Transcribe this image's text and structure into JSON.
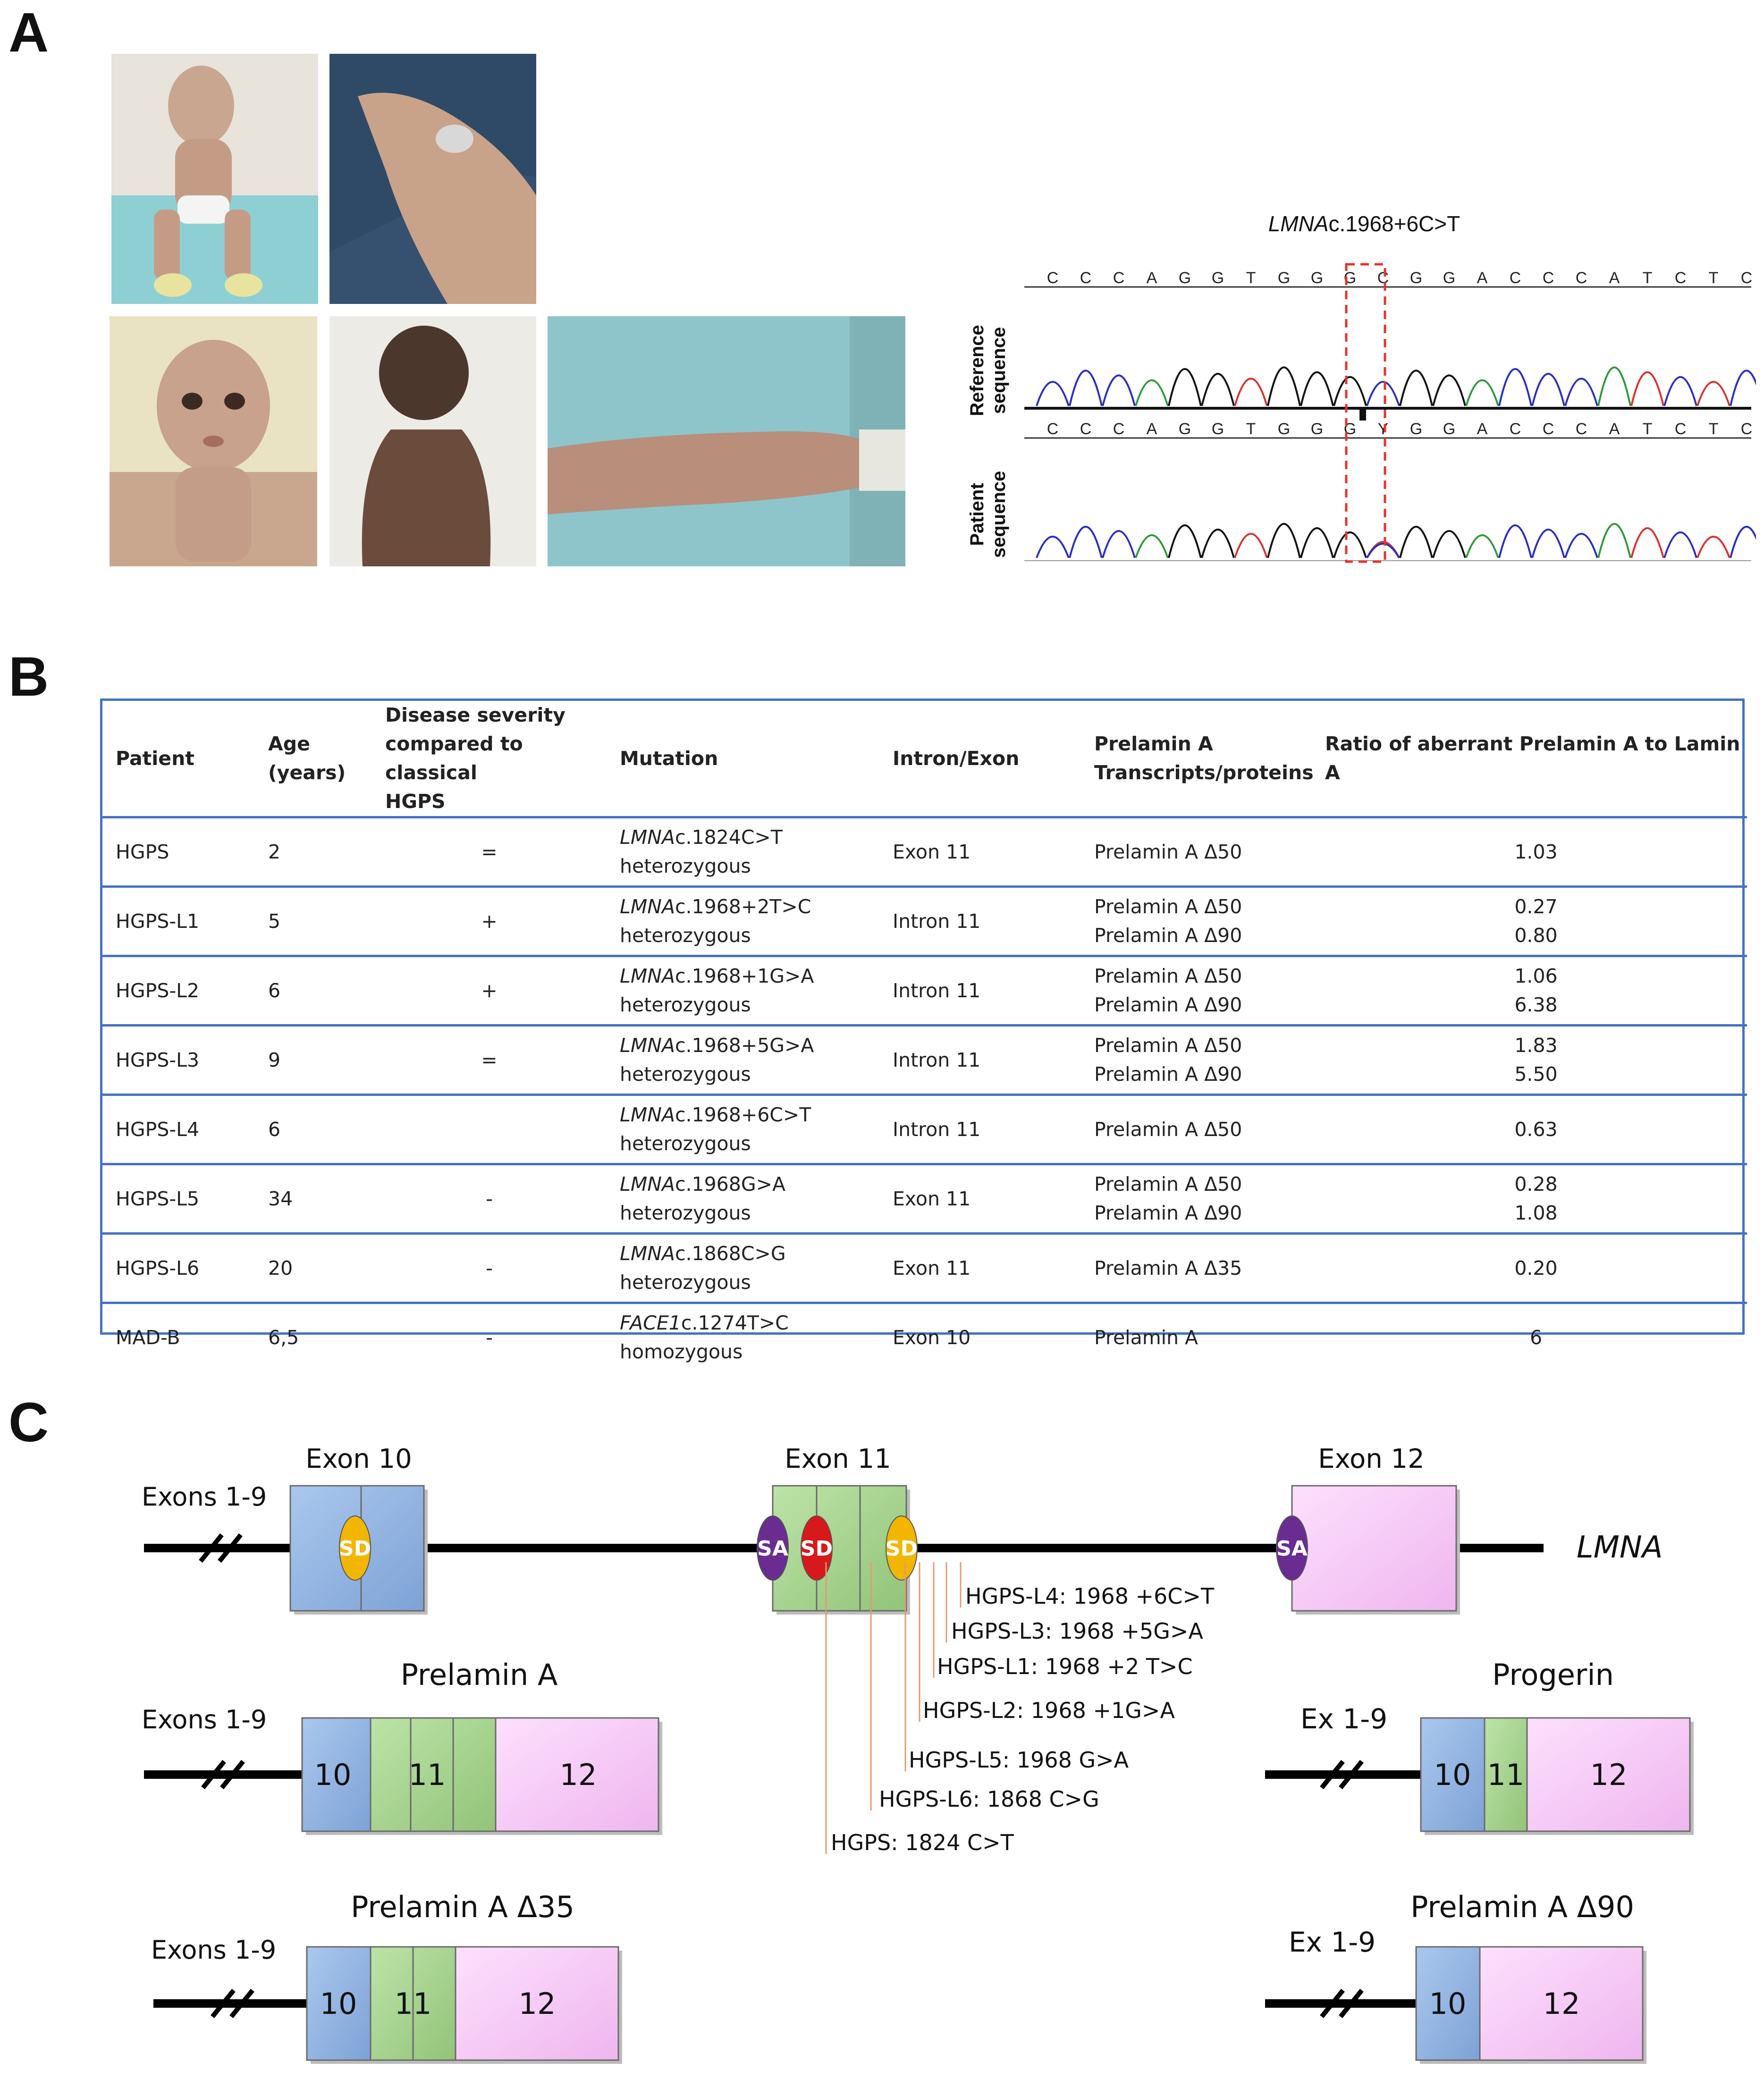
{
  "panels": {
    "a": "A",
    "b": "B",
    "c": "C"
  },
  "panel_a": {
    "photos": [
      "child-full-body-photo",
      "hand-ring-photo",
      "child-face-photo",
      "child-back-photo",
      "arm-skin-photo"
    ],
    "chromatogram": {
      "mutation_gene": "LMNA",
      "mutation_change": "c.1968+6C>T",
      "reference_label": "Reference sequence",
      "patient_label": "Patient sequence",
      "reference_bases": [
        "C",
        "C",
        "C",
        "A",
        "G",
        "G",
        "T",
        "G",
        "G",
        "G",
        "C",
        "G",
        "G",
        "A",
        "C",
        "C",
        "C",
        "A",
        "T",
        "C",
        "T",
        "C"
      ],
      "patient_bases": [
        "C",
        "C",
        "C",
        "A",
        "G",
        "G",
        "T",
        "G",
        "G",
        "G",
        "Y",
        "G",
        "G",
        "A",
        "C",
        "C",
        "C",
        "A",
        "T",
        "C",
        "T",
        "C"
      ]
    }
  },
  "table": {
    "headers": {
      "patient": "Patient",
      "age": [
        "Age",
        "(years)"
      ],
      "severity": [
        "Disease severity",
        "compared to classical",
        "HGPS"
      ],
      "mutation": "Mutation",
      "intron_exon": "Intron/Exon",
      "prelamin": [
        "Prelamin A",
        "Transcripts/proteins"
      ],
      "ratio": "Ratio of aberrant Prelamin A to Lamin A"
    },
    "rows": [
      {
        "patient": "HGPS",
        "age": "2",
        "severity": "=",
        "gene": "LMNA",
        "change": "c.1824C>T",
        "zygosity": "heterozygous",
        "intron_exon": "Exon 11",
        "transcripts": [
          "Prelamin A Δ50"
        ],
        "ratios": [
          "1.03"
        ]
      },
      {
        "patient": "HGPS-L1",
        "age": "5",
        "severity": "+",
        "gene": "LMNA",
        "change": "c.1968+2T>C",
        "zygosity": "heterozygous",
        "intron_exon": "Intron 11",
        "transcripts": [
          "Prelamin A Δ50",
          "Prelamin A Δ90"
        ],
        "ratios": [
          "0.27",
          "0.80"
        ]
      },
      {
        "patient": "HGPS-L2",
        "age": "6",
        "severity": "+",
        "gene": "LMNA",
        "change": "c.1968+1G>A",
        "zygosity": "heterozygous",
        "intron_exon": "Intron 11",
        "transcripts": [
          "Prelamin A Δ50",
          "Prelamin A Δ90"
        ],
        "ratios": [
          "1.06",
          "6.38"
        ]
      },
      {
        "patient": "HGPS-L3",
        "age": "9",
        "severity": "=",
        "gene": "LMNA",
        "change": "c.1968+5G>A",
        "zygosity": "heterozygous",
        "intron_exon": "Intron 11",
        "transcripts": [
          "Prelamin A Δ50",
          "Prelamin A Δ90"
        ],
        "ratios": [
          "1.83",
          "5.50"
        ]
      },
      {
        "patient": "HGPS-L4",
        "age": "6",
        "severity": "",
        "gene": "LMNA",
        "change": "c.1968+6C>T",
        "zygosity": "heterozygous",
        "intron_exon": "Intron 11",
        "transcripts": [
          "Prelamin A Δ50"
        ],
        "ratios": [
          "0.63"
        ]
      },
      {
        "patient": "HGPS-L5",
        "age": "34",
        "severity": "-",
        "gene": "LMNA",
        "change": "c.1968G>A",
        "zygosity": "heterozygous",
        "intron_exon": "Exon 11",
        "transcripts": [
          "Prelamin A Δ50",
          "Prelamin A Δ90"
        ],
        "ratios": [
          "0.28",
          "1.08"
        ]
      },
      {
        "patient": "HGPS-L6",
        "age": "20",
        "severity": "-",
        "gene": "LMNA",
        "change": "c.1868C>G",
        "zygosity": "heterozygous",
        "intron_exon": "Exon 11",
        "transcripts": [
          "Prelamin A Δ35"
        ],
        "ratios": [
          "0.20"
        ]
      },
      {
        "patient": "MAD-B",
        "age": "6,5",
        "severity": "-",
        "gene": "FACE1",
        "change": "c.1274T>C",
        "zygosity": "homozygous",
        "intron_exon": "Exon 10",
        "transcripts": [
          "Prelamin A"
        ],
        "ratios": [
          "6"
        ]
      }
    ]
  },
  "panel_c": {
    "gene_label": "LMNA",
    "exons_1_9": "Exons 1-9",
    "ex_1_9": "Ex 1-9",
    "exon10": "Exon 10",
    "exon11": "Exon 11",
    "exon12": "Exon 12",
    "sd": "SD",
    "sa": "SA",
    "mutations": [
      "HGPS-L4: 1968 +6C>T",
      "HGPS-L3: 1968 +5G>A",
      "HGPS-L1: 1968 +2 T>C",
      "HGPS-L2: 1968 +1G>A",
      "HGPS-L5: 1968 G>A",
      "HGPS-L6: 1868 C>G",
      "HGPS: 1824 C>T"
    ],
    "isoforms": {
      "prelamin": "Prelamin A",
      "progerin": "Progerin",
      "d35": "Prelamin A Δ35",
      "d90": "Prelamin A Δ90"
    },
    "box_labels": {
      "e10": "10",
      "e11": "11",
      "e12": "12"
    },
    "colors": {
      "exon10": "#8eb3e3",
      "exon11": "#a5d48f",
      "exon12": "#f8c8f8",
      "sd": "#f2b600",
      "sa": "#6a2c91",
      "sd_red": "#d7191c"
    }
  }
}
